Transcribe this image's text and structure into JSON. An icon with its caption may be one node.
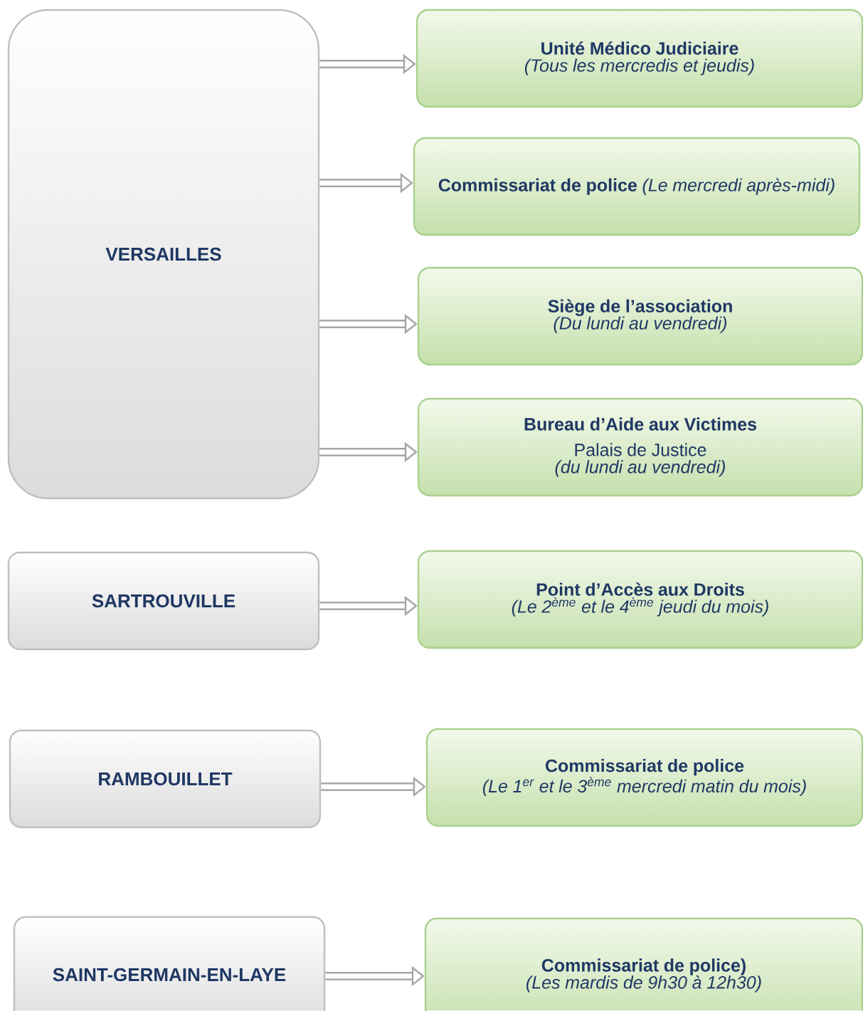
{
  "diagram": {
    "nodes": [
      {
        "text": [
          "VERSAILLES"
        ]
      },
      {
        "text": [
          "Unité Médico Judiciaire",
          "(Tous les mercredis et jeudis)"
        ]
      },
      {
        "text": [
          "**Commissariat de police** *(Le mercredi après-midi)*"
        ]
      },
      {
        "text": [
          "Siège de l’association",
          "(Du lundi au vendredi)"
        ]
      },
      {
        "text": [
          "Bureau d’Aide aux Victimes",
          "Palais de Justice",
          "(du lundi au vendredi)"
        ]
      },
      {
        "text": [
          "SARTROUVILLE"
        ]
      },
      {
        "text": [
          "Point d’Accès aux Droits",
          "(Le 2$^{ème}$ et le 4$^{ème}$ jeudi du mois)"
        ]
      },
      {
        "text": [
          "RAMBOUILLET"
        ]
      },
      {
        "text": [
          "Commissariat de police",
          "(Le 1$^{er}$ et le 3$^{ème}$ mercredi matin du mois)"
        ]
      },
      {
        "text": [
          "SAINT-GERMAIN-EN-LAYE"
        ]
      },
      {
        "text": [
          "Commissariat de police)",
          "(Les mardis de 9h30 à 12h30)"
        ]
      }
    ],
    "edges": [
      {
        "from": 0,
        "to": 1,
        "arrow": "to"
      },
      {
        "from": 0,
        "to": 2,
        "arrow": "to"
      },
      {
        "from": 0,
        "to": 3,
        "arrow": "to"
      },
      {
        "from": 0,
        "to": 4,
        "arrow": "to"
      },
      {
        "from": 5,
        "to": 6,
        "arrow": "to"
      },
      {
        "from": 7,
        "to": 8,
        "arrow": "to"
      },
      {
        "from": 9,
        "to": 10,
        "arrow": "to"
      }
    ]
  }
}
